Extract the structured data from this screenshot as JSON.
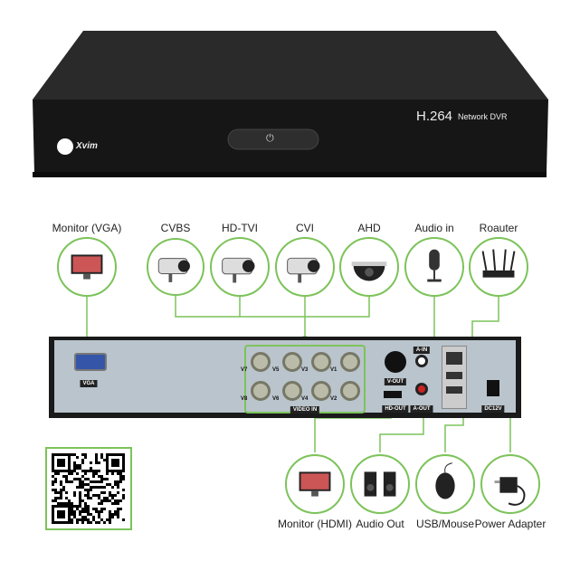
{
  "device": {
    "brand": "Xvim",
    "codec": "H.264",
    "model_text": "Network DVR",
    "power_icon": "power-icon"
  },
  "inputs": [
    {
      "label": "Monitor (VGA)",
      "icon": "monitor-icon"
    },
    {
      "label": "CVBS",
      "icon": "bullet-camera-icon"
    },
    {
      "label": "HD-TVI",
      "icon": "bullet-camera-icon"
    },
    {
      "label": "CVI",
      "icon": "bullet-camera-icon"
    },
    {
      "label": "AHD",
      "icon": "dome-camera-icon"
    },
    {
      "label": "Audio in",
      "icon": "microphone-icon"
    },
    {
      "label": "Roauter",
      "icon": "router-icon"
    }
  ],
  "outputs": [
    {
      "label": "Monitor (HDMI)",
      "icon": "monitor-icon"
    },
    {
      "label": "Audio Out",
      "icon": "speakers-icon"
    },
    {
      "label": "USB/Mouse",
      "icon": "mouse-icon"
    },
    {
      "label": "Power Adapter",
      "icon": "power-adapter-icon"
    }
  ],
  "back_panel": {
    "vga": "VGA",
    "video_in": "VIDEO IN",
    "channels": [
      "V7",
      "V5",
      "V3",
      "V1",
      "V8",
      "V6",
      "V4",
      "V2"
    ],
    "v_out": "V-OUT",
    "hd_out": "HD-OUT",
    "a_in": "A-IN",
    "a_out": "A-OUT",
    "dc": "DC12V"
  },
  "colors": {
    "accent": "#7cc35a",
    "device": "#1c1c1c",
    "panel": "#b9c4cc"
  }
}
